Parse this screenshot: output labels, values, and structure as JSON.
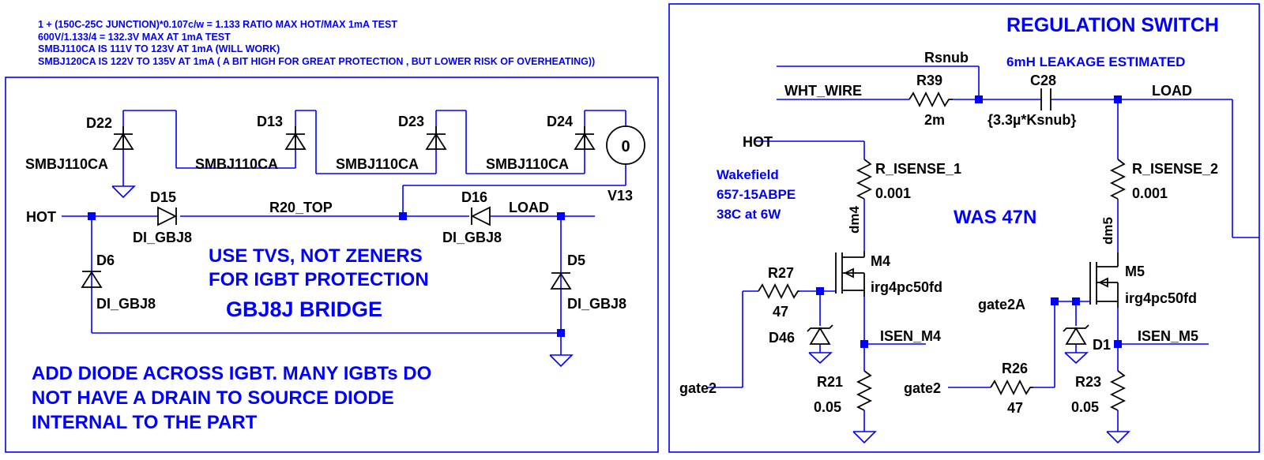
{
  "notes_top": [
    "1 + (150C-25C JUNCTION)*0.107c/w = 1.133 RATIO MAX HOT/MAX 1mA TEST",
    "600V/1.133/4 = 132.3V MAX AT 1mA TEST",
    "SMBJ110CA IS 111V TO 123V AT 1mA (WILL WORK)",
    "SMBJ120CA IS 122V TO 135V AT 1mA ( A BIT HIGH FOR GREAT PROTECTION , BUT LOWER RISK OF OVERHEATING))"
  ],
  "left": {
    "tvs": [
      {
        "ref": "D22",
        "value": "SMBJ110CA"
      },
      {
        "ref": "D13",
        "value": "SMBJ110CA"
      },
      {
        "ref": "D23",
        "value": "SMBJ110CA"
      },
      {
        "ref": "D24",
        "value": "SMBJ110CA"
      }
    ],
    "source": {
      "ref": "V13",
      "value": "0"
    },
    "bridge": {
      "d15": {
        "ref": "D15",
        "value": "DI_GBJ8"
      },
      "d16": {
        "ref": "D16",
        "value": "DI_GBJ8"
      },
      "d6": {
        "ref": "D6",
        "value": "DI_GBJ8"
      },
      "d5": {
        "ref": "D5",
        "value": "DI_GBJ8"
      }
    },
    "nets": {
      "hot": "HOT",
      "r20_top": "R20_TOP",
      "load": "LOAD"
    },
    "notes": {
      "tvs_line1": "USE TVS, NOT ZENERS",
      "tvs_line2": "FOR IGBT PROTECTION",
      "bridge": "GBJ8J BRIDGE",
      "diode_line1": "ADD DIODE ACROSS IGBT. MANY IGBTs DO",
      "diode_line2": "NOT HAVE A DRAIN TO SOURCE DIODE",
      "diode_line3": "INTERNAL TO THE PART"
    }
  },
  "right": {
    "title": "REGULATION SWITCH",
    "leakage_note": "6mH LEAKAGE ESTIMATED",
    "nets": {
      "rsnub": "Rsnub",
      "wht_wire": "WHT_WIRE",
      "load": "LOAD",
      "hot": "HOT",
      "gate2_a": "gate2",
      "gate2_b": "gate2",
      "gate2a": "gate2A",
      "isen_m4": "ISEN_M4",
      "isen_m5": "ISEN_M5",
      "dm4": "dm4",
      "dm5": "dm5"
    },
    "r39": {
      "ref": "R39",
      "value": "2m"
    },
    "c28": {
      "ref": "C28",
      "value": "{3.3µ*Ksnub}"
    },
    "r_isense_1": {
      "ref": "R_ISENSE_1",
      "value": "0.001"
    },
    "r_isense_2": {
      "ref": "R_ISENSE_2",
      "value": "0.001"
    },
    "heatsink": {
      "line1": "Wakefield",
      "line2": "657-15ABPE",
      "line3": "38C at 6W"
    },
    "was_note": "WAS 47N",
    "m4": {
      "ref": "M4",
      "value": "irg4pc50fd"
    },
    "m5": {
      "ref": "M5",
      "value": "irg4pc50fd"
    },
    "r27": {
      "ref": "R27",
      "value": "47"
    },
    "r26": {
      "ref": "R26",
      "value": "47"
    },
    "d46": {
      "ref": "D46"
    },
    "d1": {
      "ref": "D1"
    },
    "r21": {
      "ref": "R21",
      "value": "0.05"
    },
    "r23": {
      "ref": "R23",
      "value": "0.05"
    }
  }
}
